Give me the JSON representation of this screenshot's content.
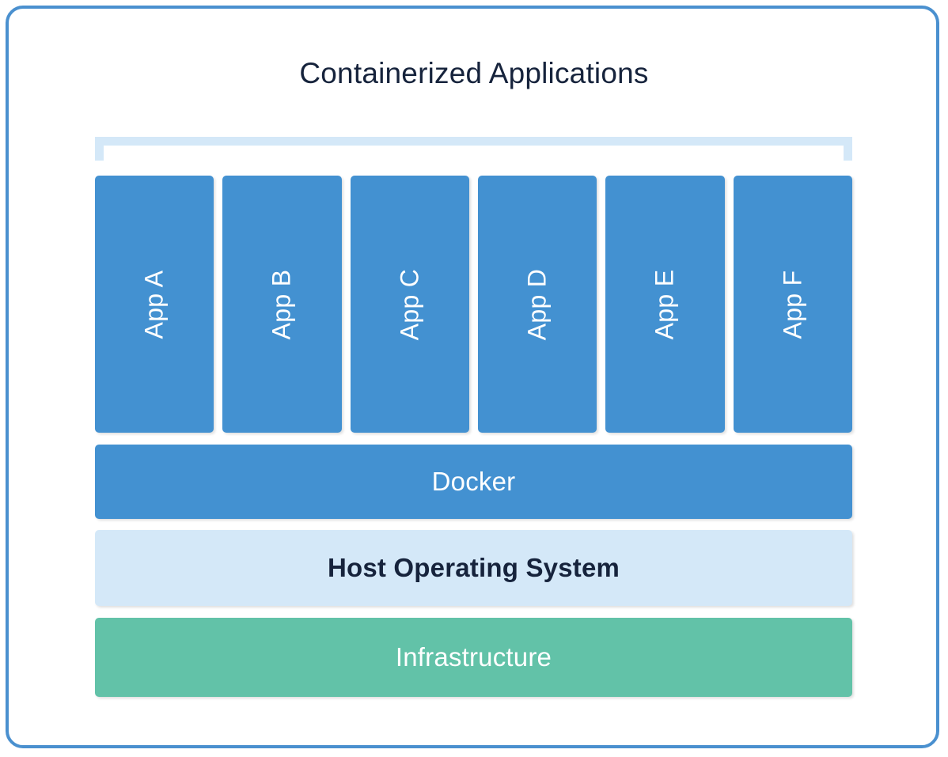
{
  "diagram": {
    "title": "Containerized Applications",
    "type": "layered-stack-diagram",
    "colors": {
      "card_border": "#4a90cf",
      "app_box": "#4391d1",
      "bracket": "#d4e8f8",
      "docker": "#4391d1",
      "host_os": "#d4e8f8",
      "infrastructure": "#62c2a8",
      "title_text": "#16233c",
      "light_text": "#ffffff"
    }
  },
  "bracket": {
    "name": "containerized-applications-bracket"
  },
  "apps": [
    {
      "label": "App A"
    },
    {
      "label": "App B"
    },
    {
      "label": "App C"
    },
    {
      "label": "App D"
    },
    {
      "label": "App E"
    },
    {
      "label": "App F"
    }
  ],
  "layers": {
    "docker": "Docker",
    "host_os": "Host Operating System",
    "infrastructure": "Infrastructure"
  }
}
